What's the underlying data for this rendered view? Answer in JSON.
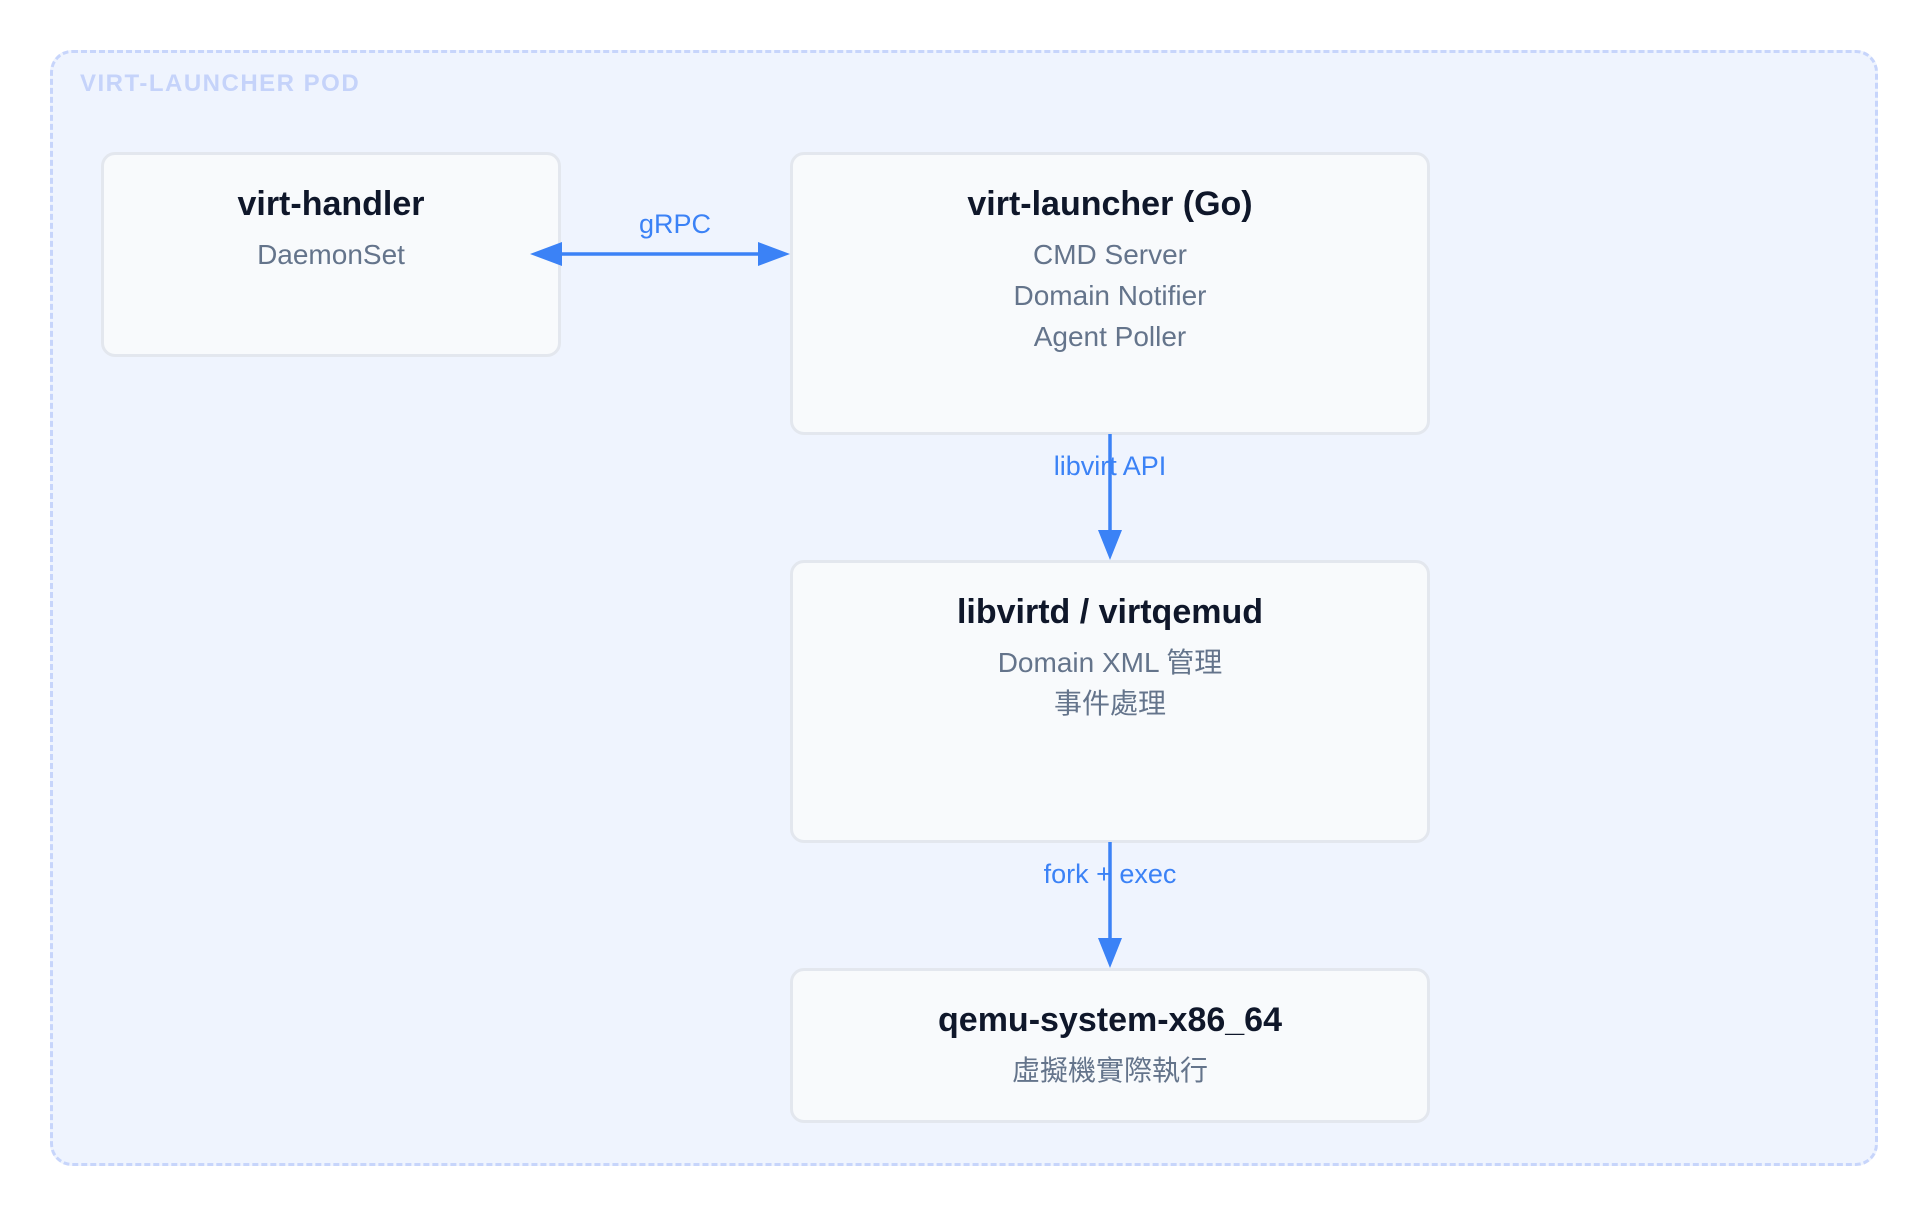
{
  "pod": {
    "label": "VIRT-LAUNCHER POD"
  },
  "nodes": {
    "virt_handler": {
      "title": "virt-handler",
      "lines": [
        "DaemonSet"
      ]
    },
    "virt_launcher": {
      "title": "virt-launcher (Go)",
      "lines": [
        "CMD Server",
        "Domain Notifier",
        "Agent Poller"
      ]
    },
    "libvirtd": {
      "title": "libvirtd / virtqemud",
      "lines": [
        "Domain XML 管理",
        "事件處理"
      ]
    },
    "qemu": {
      "title": "qemu-system-x86_64",
      "lines": [
        "虛擬機實際執行"
      ]
    }
  },
  "edges": {
    "grpc": {
      "label": "gRPC"
    },
    "libvirt_api": {
      "label": "libvirt API"
    },
    "fork_exec": {
      "label": "fork + exec"
    }
  },
  "colors": {
    "accent": "#3b82f6",
    "pod_border": "#c7d5fb",
    "pod_fill": "#eff4fe",
    "node_fill": "#f8fafc",
    "node_border": "#e3e7ee"
  }
}
